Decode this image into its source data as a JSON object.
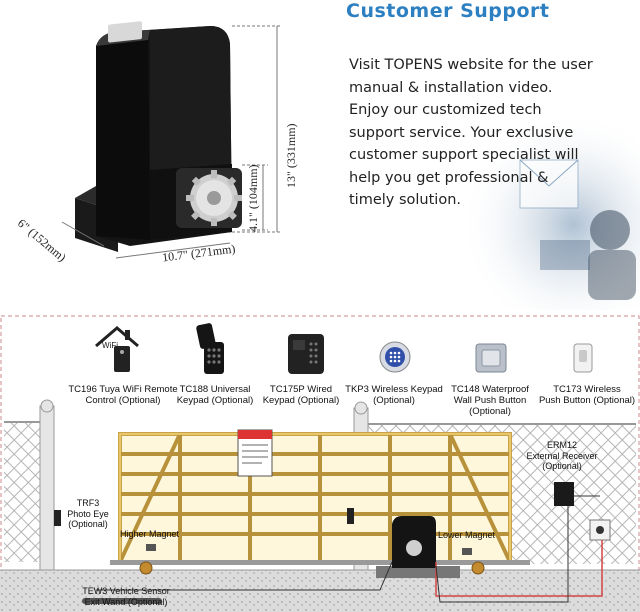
{
  "support": {
    "title": "Customer  Support",
    "lines": [
      "Visit TOPENS website for the user",
      "manual & installation video.",
      "Enjoy our customized tech",
      "support service. Your exclusive",
      "customer support specialist will",
      "help you get professional &",
      "timely solution."
    ]
  },
  "dimensions": {
    "height": "13\" (331mm)",
    "gear_height": "4.1\" (104mm)",
    "width": "10.7\" (271mm)",
    "depth": "6\" (152mm)"
  },
  "accessories": [
    {
      "name": "TC196 Tuya WiFi Remote",
      "sub": "Control (Optional)",
      "icon": "wifi-house-icon",
      "badge": "WiFi"
    },
    {
      "name": "TC188 Universal",
      "sub": "Keypad (Optional)",
      "icon": "flip-keypad-icon"
    },
    {
      "name": "TC175P Wired",
      "sub": "Keypad (Optional)",
      "icon": "wired-keypad-icon"
    },
    {
      "name": "TKP3 Wireless Keypad",
      "sub": "(Optional)",
      "icon": "round-keypad-icon"
    },
    {
      "name": "TC148 Waterproof",
      "sub": "Wall Push Button",
      "sub2": "(Optional)",
      "icon": "wall-button-icon"
    },
    {
      "name": "TC173 Wireless",
      "sub": "Push Button (Optional)",
      "icon": "push-button-icon"
    }
  ],
  "diagram": {
    "receiver": {
      "name": "ERM12",
      "sub": "External Receiver",
      "sub2": "(Optional)"
    },
    "photo_eye": {
      "name": "TRF3",
      "sub": "Photo Eye",
      "sub2": "(Optional)"
    },
    "higher_magnet": "Higher Magnet",
    "lower_magnet": "Lower Magnet",
    "sensor": {
      "name": "TEW3 Vehicle Sensor",
      "sub": "Exit Wand (Optional)"
    }
  },
  "colors": {
    "accent": "#2c7fc0",
    "gate": "#e8c66a",
    "gate_stroke": "#b8923a",
    "fence": "#9a9a9a"
  }
}
